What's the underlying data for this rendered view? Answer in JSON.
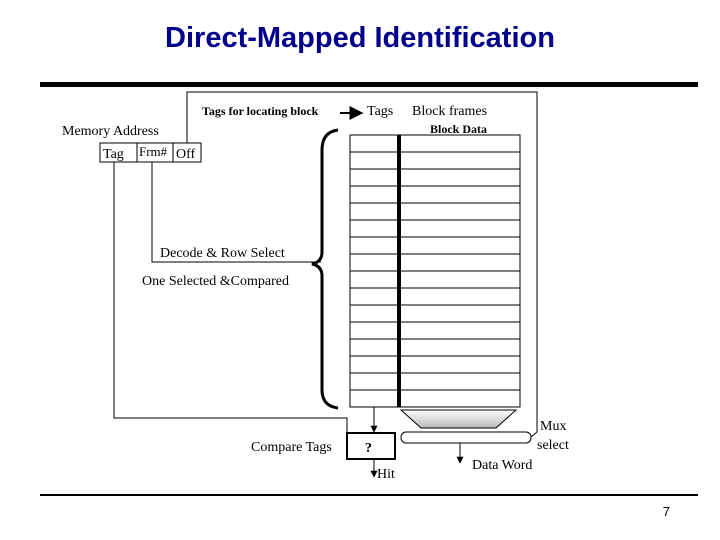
{
  "title": "Direct-Mapped Identification",
  "labels": {
    "memory_address": "Memory Address",
    "tags_for_locating": "Tags for locating block",
    "tags_header": "Tags",
    "block_frames": "Block frames",
    "block_data": "Block Data",
    "decode": "Decode & Row Select",
    "one_selected": "One Selected &Compared",
    "compare_tags": "Compare Tags",
    "question": "?",
    "hit": "Hit",
    "mux": "Mux",
    "select": "select",
    "data_word": "Data Word"
  },
  "address_fields": [
    "Tag",
    "Frm#",
    "Off"
  ],
  "page_number": "7",
  "colors": {
    "title": "#00008b",
    "rule": "#000000"
  }
}
